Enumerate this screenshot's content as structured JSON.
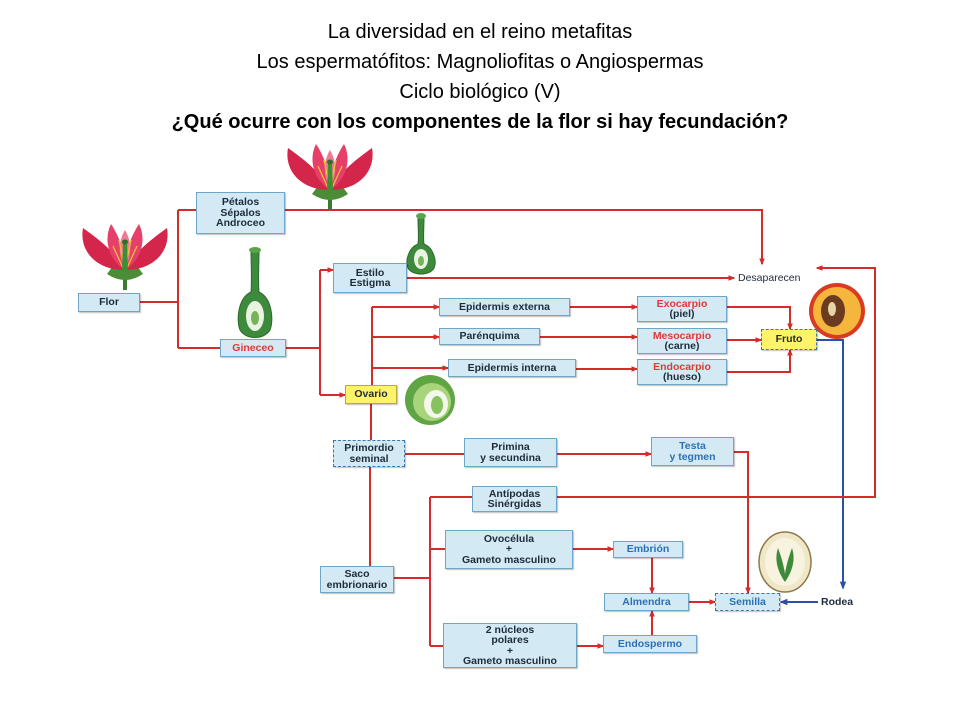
{
  "slide": {
    "title_line1": "La diversidad en el reino metafitas",
    "title_line2": "Los espermatófitos: Magnoliofitas o Angiospermas",
    "title_line3": "Ciclo biológico (V)",
    "question": "¿Qué ocurre con los componentes de la flor si hay fecundación?"
  },
  "diagram": {
    "nodes": {
      "flor": [
        "Flor"
      ],
      "petalos_sepalos_androceo": [
        "Pétalos",
        "Sépalos",
        "Androceo"
      ],
      "estilo_estigma": [
        "Estilo",
        "Estigma"
      ],
      "gineceo": [
        "Gineceo"
      ],
      "epidermis_externa": [
        "Epidermis externa"
      ],
      "parenquima": [
        "Parénquima"
      ],
      "epidermis_interna": [
        "Epidermis interna"
      ],
      "exocarpio": [
        "Exocarpio",
        "(piel)"
      ],
      "mesocarpio": [
        "Mesocarpio",
        "(carne)"
      ],
      "endocarpio": [
        "Endocarpio",
        "(hueso)"
      ],
      "fruto": [
        "Fruto"
      ],
      "ovario": [
        "Ovario"
      ],
      "primordio_seminal": [
        "Primordio",
        "seminal"
      ],
      "primina_secundina": [
        "Primina",
        "y secundina"
      ],
      "testa_tegmen": [
        "Testa",
        "y tegmen"
      ],
      "antipodas_sinergidas": [
        "Antípodas",
        "Sinérgidas"
      ],
      "ovocelula_gameto": [
        "Ovocélula",
        "+",
        "Gameto masculino"
      ],
      "embrion": [
        "Embrión"
      ],
      "saco_embrionario": [
        "Saco",
        "embrionario"
      ],
      "almendra": [
        "Almendra"
      ],
      "semilla": [
        "Semilla"
      ],
      "nucleos_gameto": [
        "2 núcleos",
        "polares",
        "+",
        "Gameto masculino"
      ],
      "endospermo": [
        "Endospermo"
      ]
    },
    "labels": {
      "desaparecen": "Desaparecen",
      "rodea": "Rodea"
    },
    "colors": {
      "arrow_red": "#d42b2b",
      "arrow_blue": "#2c4fae",
      "box_fill": "#d3e9f4",
      "box_border": "#6fa6c6",
      "highlight_fill": "#fff36a",
      "text_red": "#dd3b36",
      "text_blue": "#2d70b6",
      "text_dark": "#1d2b3c"
    }
  }
}
